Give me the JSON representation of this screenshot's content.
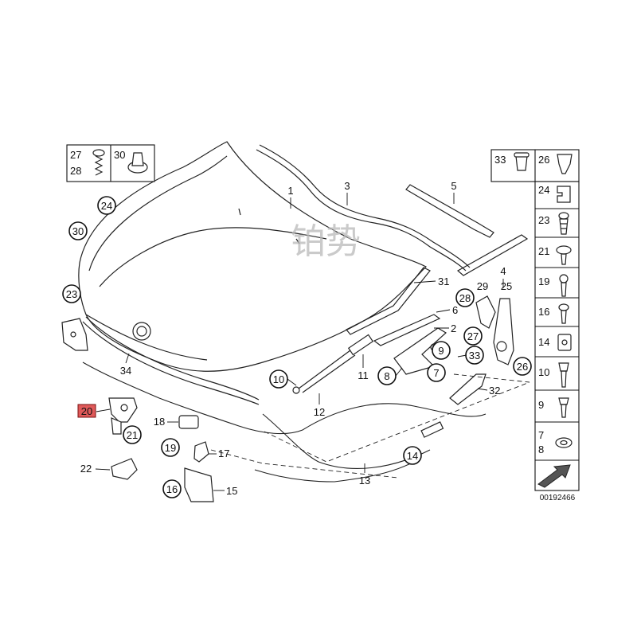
{
  "watermark": "铂势",
  "document_id": "00192466",
  "highlighted_part": "20",
  "accent_color": "#e05a5a",
  "labels": {
    "p1": "1",
    "p2": "2",
    "p3": "3",
    "p4": "4",
    "p5": "5",
    "p6": "6",
    "p7": "7",
    "p8": "8",
    "p9": "9",
    "p10": "10",
    "p11": "11",
    "p12": "12",
    "p13": "13",
    "p14": "14",
    "p15": "15",
    "p16": "16",
    "p17": "17",
    "p18": "18",
    "p19": "19",
    "p20": "20",
    "p21": "21",
    "p22": "22",
    "p23": "23",
    "p24": "24",
    "p25": "25",
    "p26": "26",
    "p27": "27",
    "p28": "28",
    "p29": "29",
    "p30": "30",
    "p31": "31",
    "p32": "32",
    "p33": "33",
    "p34": "34"
  },
  "right_table": {
    "rows": [
      {
        "num": "33",
        "icon": "plug-icon"
      },
      {
        "num": "26",
        "icon": "clip-nut-icon"
      },
      {
        "num": "24",
        "icon": "clip-icon"
      },
      {
        "num": "23",
        "icon": "expansion-rivet-icon"
      },
      {
        "num": "21",
        "icon": "screw-washer-icon"
      },
      {
        "num": "19",
        "icon": "rivet-icon"
      },
      {
        "num": "16",
        "icon": "screw-icon"
      },
      {
        "num": "14",
        "icon": "nut-clip-icon"
      },
      {
        "num": "10",
        "icon": "bolt-icon"
      },
      {
        "num": "9",
        "icon": "short-bolt-icon"
      },
      {
        "num": "7",
        "num2": "8",
        "icon": "flange-nut-icon"
      }
    ]
  },
  "top_left_table": {
    "cells": [
      {
        "num": "27",
        "num2": "28",
        "icon": "screw-spring-icon"
      },
      {
        "num": "30",
        "icon": "buffer-icon"
      }
    ]
  }
}
